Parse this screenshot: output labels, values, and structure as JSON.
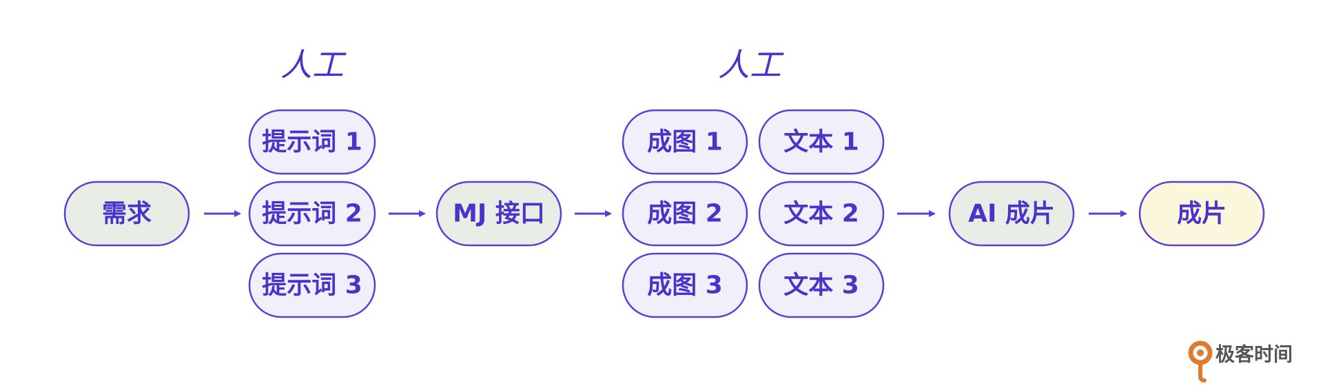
{
  "colors": {
    "stroke": "#5a3ed6",
    "text": "#4a33c9",
    "fill_default": "#f1eff9",
    "fill_green": "#e8ede5",
    "fill_yellow": "#fbf7dc",
    "logo": "#e07a2e",
    "brand_text": "#555555"
  },
  "labels": {
    "human_1": "人工",
    "human_2": "人工"
  },
  "nodes": {
    "demand": "需求",
    "prompt_1": "提示词 1",
    "prompt_2": "提示词 2",
    "prompt_3": "提示词 3",
    "mj_api": "MJ 接口",
    "image_1": "成图 1",
    "image_2": "成图 2",
    "image_3": "成图 3",
    "text_1": "文本 1",
    "text_2": "文本 2",
    "text_3": "文本 3",
    "ai_film": "AI 成片",
    "final_film": "成片"
  },
  "brand": {
    "name": "极客时间",
    "icon": "geektime-logo-icon"
  }
}
